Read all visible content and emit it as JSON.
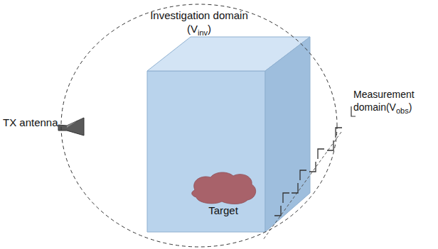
{
  "diagram": {
    "nodes": [
      {
        "text": [
          "Investigation domain",
          "(V",
          "inv",
          ")"
        ]
      },
      {
        "text": [
          "Target"
        ],
        "in": 0
      }
    ],
    "labels": [
      "TX antenna",
      "Measurement domain",
      "(V",
      "obs",
      ")"
    ]
  }
}
